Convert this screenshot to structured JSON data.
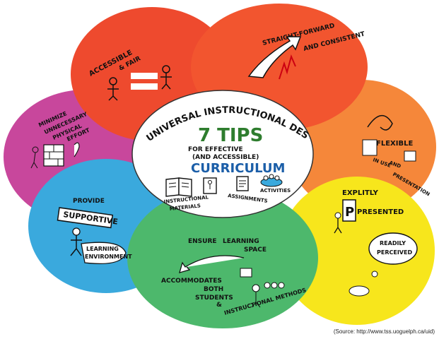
{
  "header": {
    "title": "UNIVERSAL INSTRUCTIONAL DESIGN"
  },
  "center": {
    "tips": "7 TIPS",
    "for_line1": "FOR EFFECTIVE",
    "for_line2": "(AND ACCESSIBLE)",
    "curriculum": "CURRICULUM",
    "items": [
      {
        "label_line1": "INSTRUCTIONAL",
        "label_line2": "MATERIALS"
      },
      {
        "label_line1": "ASSIGNMENTS",
        "label_line2": ""
      },
      {
        "label_line1": "ACTIVITIES",
        "label_line2": ""
      }
    ]
  },
  "tips": {
    "accessible": {
      "line1": "ACCESSIBLE",
      "line2": "& FAIR"
    },
    "straight": {
      "line1": "STRAIGHT-FORWARD",
      "line2": "AND CONSISTENT"
    },
    "minimize": {
      "line1": "MINIMIZE",
      "line2": "UNNECESSARY",
      "line3": "PHYSICAL",
      "line4": "EFFORT"
    },
    "flexible": {
      "line1": "FLEXIBLE",
      "line2": "IN USE",
      "line3": "AND",
      "line4": "PRESENTATION"
    },
    "supportive": {
      "line1": "PROVIDE",
      "line2": "SUPPORTIVE",
      "line3": "LEARNING",
      "line4": "ENVIRONMENT"
    },
    "ensure": {
      "line1": "ENSURE",
      "line2": "LEARNING",
      "line3": "SPACE",
      "line4": "ACCOMMODATES",
      "line5": "BOTH",
      "line6": "STUDENTS",
      "line7": "&",
      "line8": "INSTRUCTIONAL METHODS"
    },
    "explicitly": {
      "line1": "EXPLITLY",
      "line2": "PRESENTED",
      "line3": "READILY",
      "line4": "PERCEIVED"
    }
  },
  "source": "(Source: http://www.tss.uoguelph.ca/uid)",
  "colors": {
    "red": "#ee4a2e",
    "orange_red": "#f2552f",
    "orange": "#f5873a",
    "magenta": "#c8479c",
    "blue": "#3aa9dd",
    "green": "#4db86c",
    "yellow": "#f7e61c"
  }
}
